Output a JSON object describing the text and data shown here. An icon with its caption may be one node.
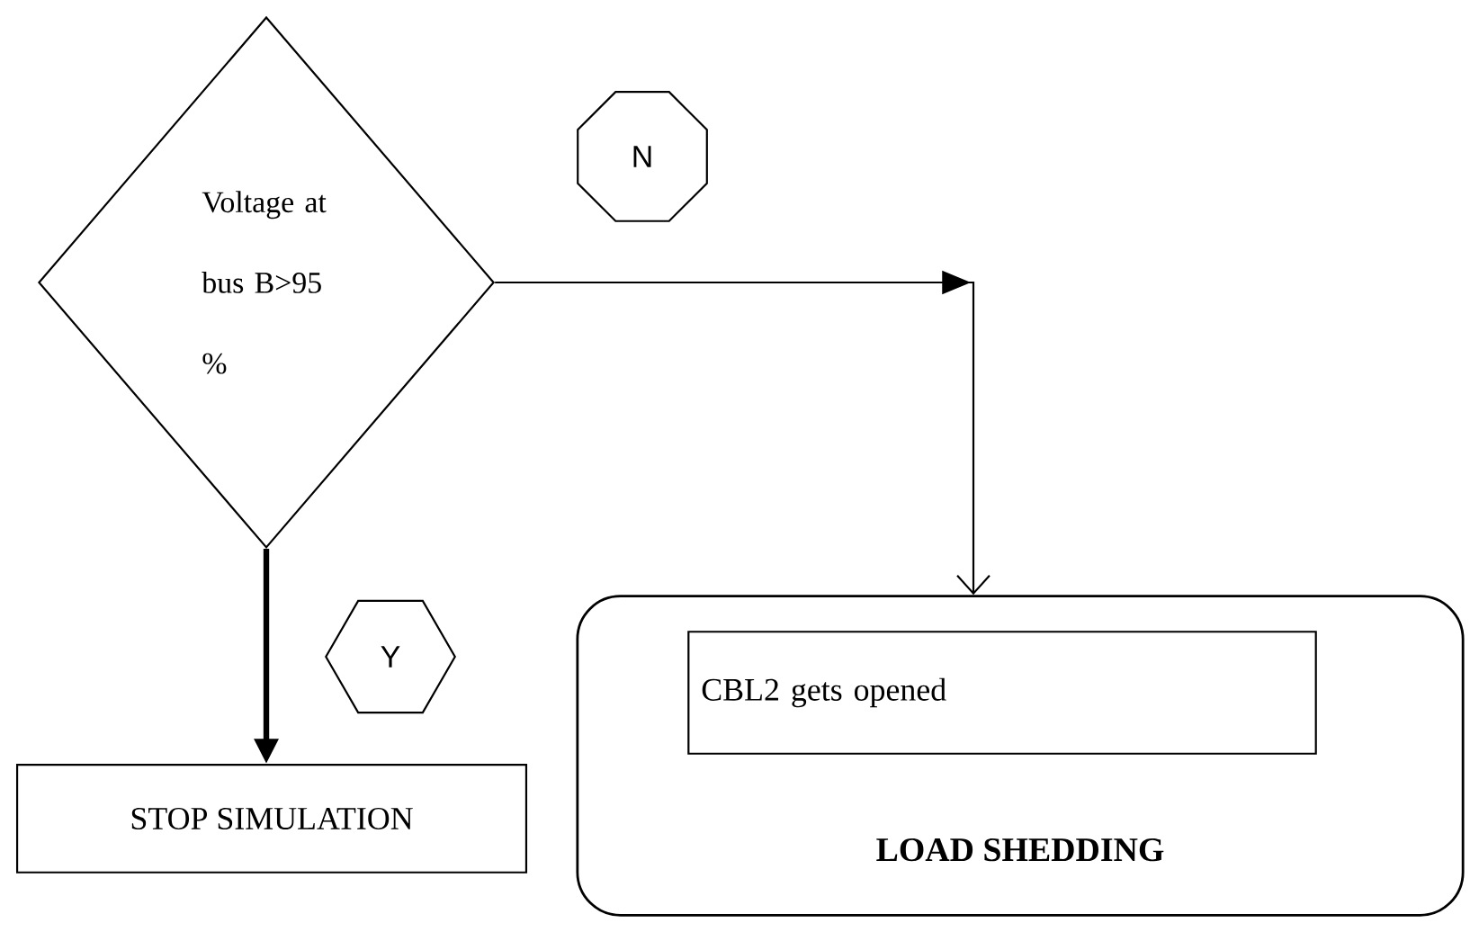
{
  "diagram": {
    "nodes": [
      {
        "text": [
          "Voltage at bus B>95 %"
        ]
      },
      {
        "text": [
          "N"
        ]
      },
      {
        "text": [
          "Y"
        ]
      },
      {
        "text": [
          "STOP SIMULATION"
        ]
      },
      {
        "text": [
          "LOAD SHEDDING"
        ]
      },
      {
        "text": [
          "CBL2 gets opened"
        ],
        "in": 4
      }
    ],
    "edges": [
      {
        "from": 0,
        "to": 3,
        "arrow": "to",
        "style": "thick"
      },
      {
        "from": 0,
        "to": 4,
        "arrow": "to"
      }
    ]
  }
}
